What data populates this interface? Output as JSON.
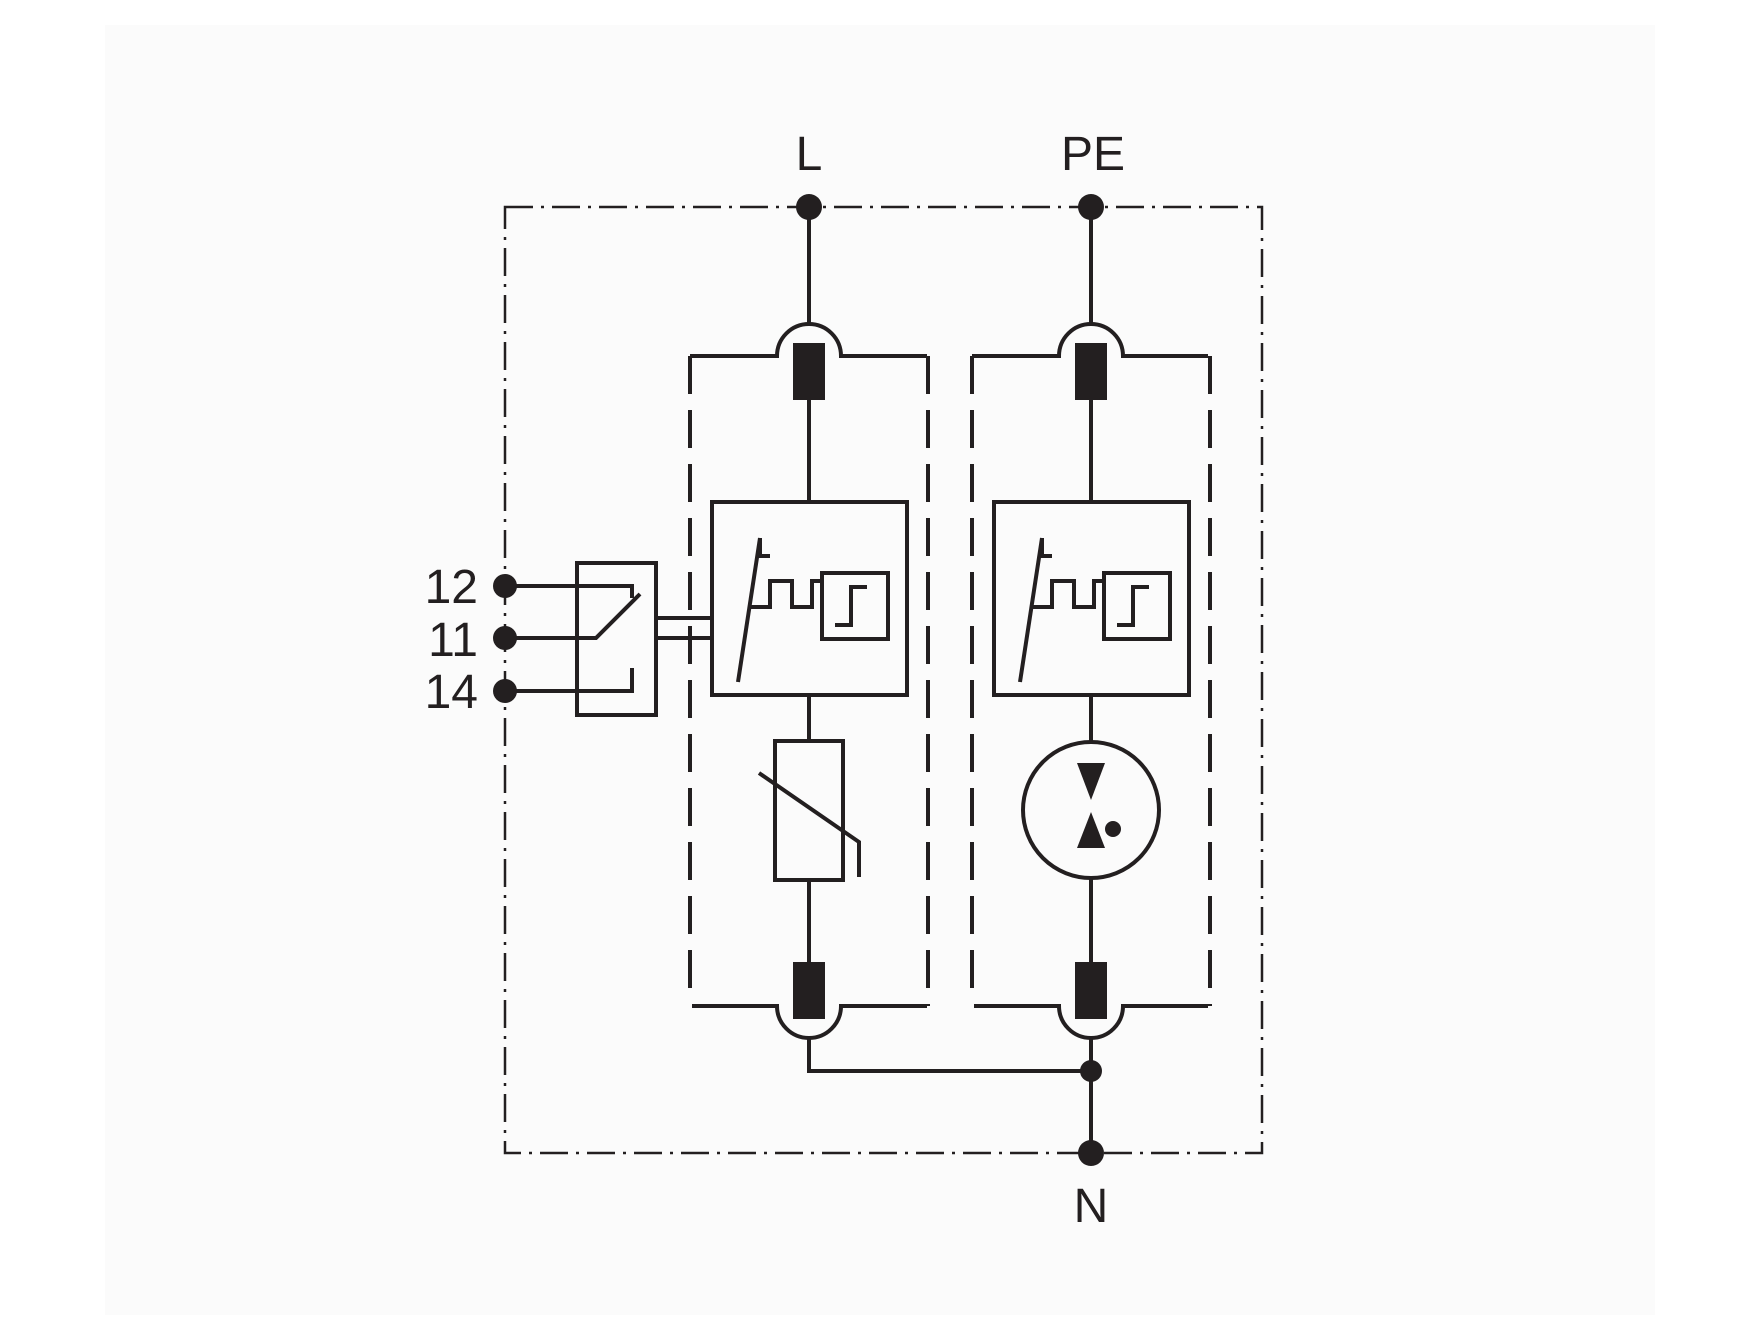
{
  "terminals": {
    "line": "L",
    "protective_earth": "PE",
    "neutral": "N"
  },
  "signal_contacts": {
    "nc": "12",
    "common": "11",
    "no": "14"
  },
  "colors": {
    "ink": "#231f20",
    "background": "#fbfbfb"
  }
}
